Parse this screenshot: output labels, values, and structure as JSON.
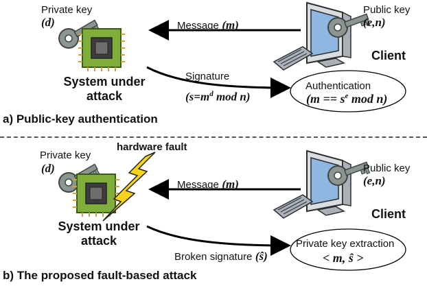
{
  "panel_a": {
    "private_key_label": "Private key",
    "private_key_symbol": "(d)",
    "system_label_line1": "System under",
    "system_label_line2": "attack",
    "message_label": "Message",
    "message_symbol": "(m)",
    "signature_label": "Signature",
    "signature_formula": "(s=m",
    "signature_exp": "d",
    "signature_formula_tail": " mod n)",
    "public_key_label": "Public key",
    "public_key_symbol": "(e,n)",
    "client_label": "Client",
    "auth_label": "Authentication",
    "auth_formula": "(m == s",
    "auth_exp": "e",
    "auth_formula_tail": " mod n)",
    "caption": "a) Public-key authentication"
  },
  "panel_b": {
    "private_key_label": "Private key",
    "private_key_symbol": "(d)",
    "fault_label": "hardware fault",
    "system_label_line1": "System under",
    "system_label_line2": "attack",
    "message_label": "Message",
    "message_symbol": "(m)",
    "broken_signature_label": "Broken signature",
    "broken_signature_symbol": "(ŝ)",
    "public_key_label": "Public key",
    "public_key_symbol": "(e,n)",
    "client_label": "Client",
    "extraction_label": "Private key extraction",
    "extraction_formula": "< m, ŝ >",
    "caption": "b) The proposed fault-based attack"
  },
  "colors": {
    "chip_green": "#7fae3a",
    "chip_dark": "#3c3c3c",
    "key_gray": "#8c9690",
    "monitor_blue": "#8fb6e0",
    "bolt_yellow": "#f7d31a"
  }
}
